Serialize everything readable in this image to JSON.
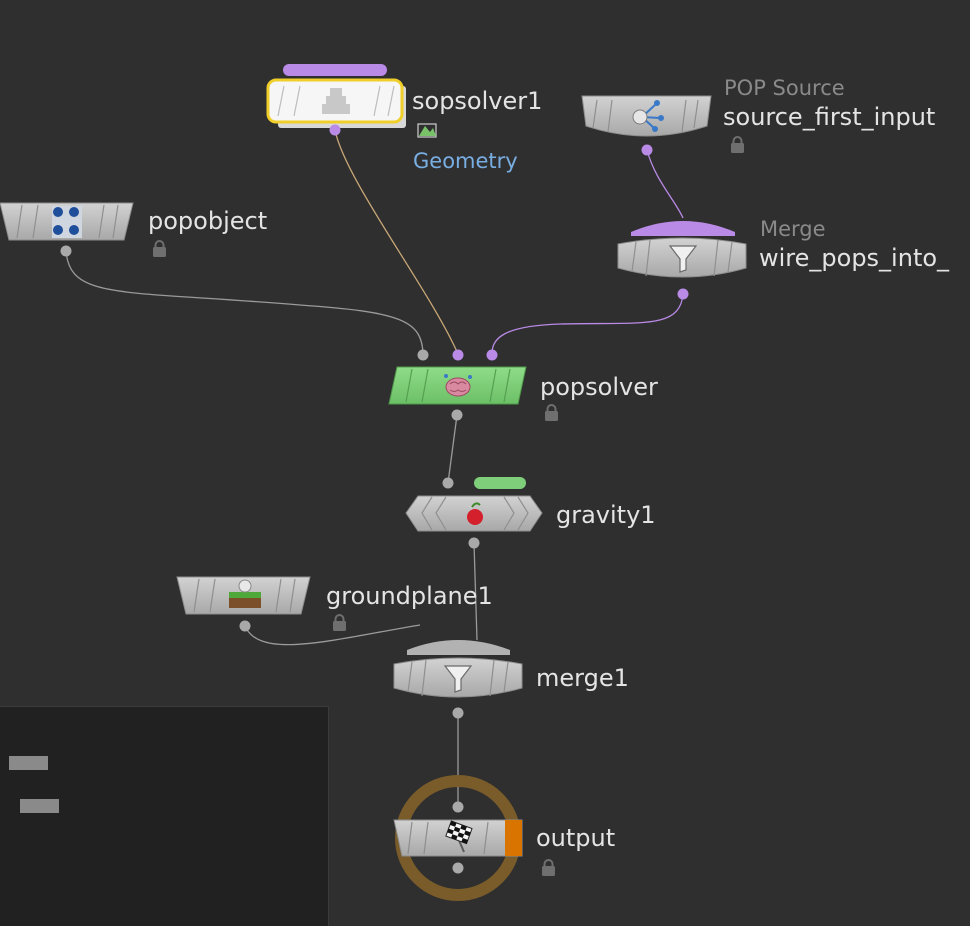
{
  "nodes": {
    "sopsolver": {
      "name": "sopsolver1",
      "tag": "Geometry"
    },
    "source": {
      "type": "POP Source",
      "name": "source_first_input"
    },
    "popobject": {
      "name": "popobject"
    },
    "merge_wire": {
      "type": "Merge",
      "name": "wire_pops_into_"
    },
    "popsolver": {
      "name": "popsolver"
    },
    "gravity": {
      "name": "gravity1"
    },
    "groundplane": {
      "name": "groundplane1"
    },
    "merge1": {
      "name": "merge1"
    },
    "output": {
      "name": "output"
    }
  },
  "colors": {
    "background": "#2f2f2f",
    "node_gray": "#b9b9b9",
    "solver_green": "#7fcf7a",
    "purple_flag": "#b98ae6",
    "selected_yellow": "#f0cf2a",
    "output_ring": "#7a5c2a",
    "output_flag": "#d97400",
    "wire_gray": "#9a9a9a",
    "wire_orange": "#c9a877",
    "wire_purple": "#b98ae6"
  },
  "icons": {
    "sopsolver": "pyramid-icon",
    "source": "emitter-icon",
    "popobject": "particles-icon",
    "merge": "funnel-icon",
    "popsolver": "brain-icon",
    "gravity": "apple-icon",
    "groundplane": "ground-icon",
    "output": "checkered-flag-icon",
    "lock": "lock-icon"
  }
}
